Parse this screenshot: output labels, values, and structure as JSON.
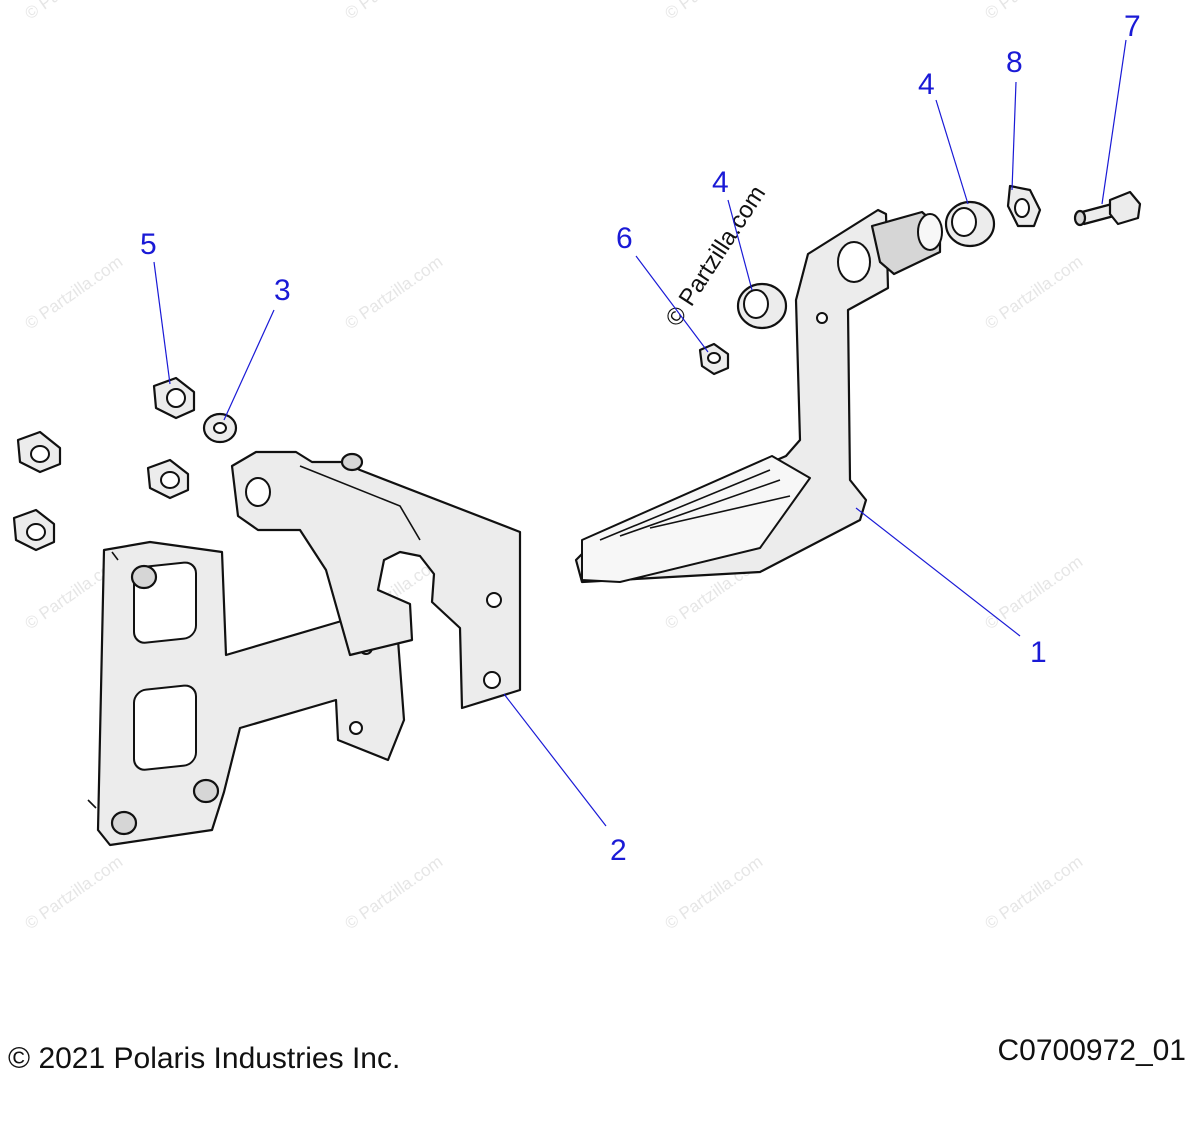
{
  "watermark": "© Partzilla.com",
  "callouts": {
    "c1": "1",
    "c2": "2",
    "c3": "3",
    "c4a": "4",
    "c4b": "4",
    "c5": "5",
    "c6": "6",
    "c7": "7",
    "c8": "8"
  },
  "footer": {
    "copyright": "© 2021 Polaris Industries Inc.",
    "drawing_number": "C0700972_01"
  },
  "colors": {
    "callout": "#1a1ad6",
    "line": "#111111",
    "part_fill": "#ececec"
  }
}
